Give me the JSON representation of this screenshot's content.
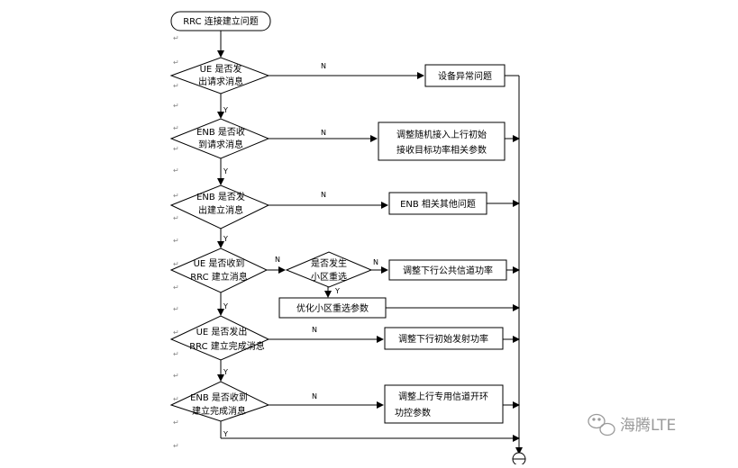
{
  "diagram": {
    "start": "RRC 连接建立问题",
    "decisions": [
      {
        "id": "d1",
        "lines": [
          "UE 是否发",
          "出请求消息"
        ]
      },
      {
        "id": "d2",
        "lines": [
          "ENB 是否收",
          "到请求消息"
        ]
      },
      {
        "id": "d3",
        "lines": [
          "ENB 是否发",
          "出建立消息"
        ]
      },
      {
        "id": "d4",
        "lines": [
          "UE 是否收到",
          "RRC 建立消息"
        ]
      },
      {
        "id": "d4b",
        "lines": [
          "是否发生",
          "小区重选"
        ]
      },
      {
        "id": "d5",
        "lines": [
          "UE 是否发出",
          "RRC 建立完成消息"
        ]
      },
      {
        "id": "d6",
        "lines": [
          "ENB 是否收到",
          "建立完成消息"
        ]
      }
    ],
    "results": [
      {
        "id": "r1",
        "lines": [
          "设备异常问题"
        ]
      },
      {
        "id": "r2",
        "lines": [
          "调整随机接入上行初始",
          "接收目标功率相关参数"
        ]
      },
      {
        "id": "r3",
        "lines": [
          "ENB 相关其他问题"
        ]
      },
      {
        "id": "r4",
        "lines": [
          "调整下行公共信道功率"
        ]
      },
      {
        "id": "r5",
        "lines": [
          "优化小区重选参数"
        ]
      },
      {
        "id": "r6",
        "lines": [
          "调整下行初始发射功率"
        ]
      },
      {
        "id": "r7",
        "lines": [
          "调整上行专用信道开环",
          "功控参数"
        ]
      }
    ],
    "labels": {
      "yes": "Y",
      "no": "N"
    }
  },
  "watermark": "海腾LTE",
  "colors": {
    "line": "#000000",
    "watermark": "#9a9a9a"
  }
}
